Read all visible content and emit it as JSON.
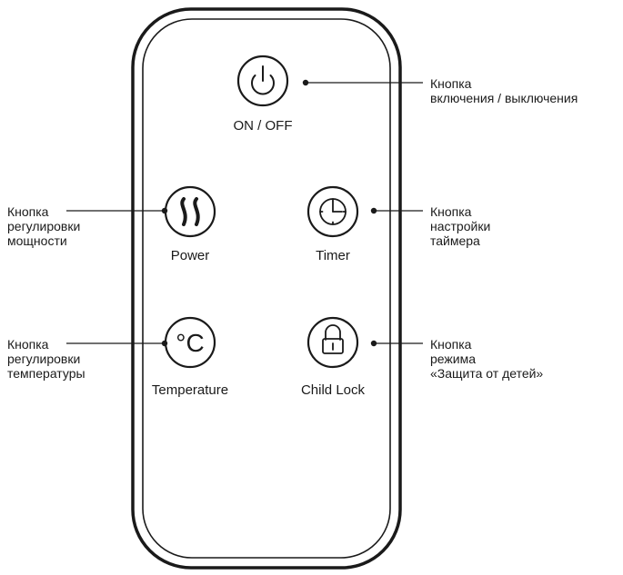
{
  "remote": {
    "buttons": {
      "power_onoff": {
        "label": "ON / OFF",
        "icon": "power-icon"
      },
      "power_level": {
        "label": "Power",
        "icon": "heat-waves-icon"
      },
      "timer": {
        "label": "Timer",
        "icon": "clock-icon"
      },
      "temperature": {
        "label": "Temperature",
        "symbol": "°C",
        "icon": "celsius-icon"
      },
      "child_lock": {
        "label": "Child Lock",
        "icon": "lock-icon"
      }
    }
  },
  "callouts": {
    "onoff": [
      "Кнопка",
      "включения / выключения"
    ],
    "power_level": [
      "Кнопка",
      "регулировки",
      "мощности"
    ],
    "timer": [
      "Кнопка",
      "настройки",
      "таймера"
    ],
    "temperature": [
      "Кнопка",
      "регулировки",
      "температуры"
    ],
    "child_lock": [
      "Кнопка",
      "режима",
      "«Защита от детей»"
    ]
  }
}
